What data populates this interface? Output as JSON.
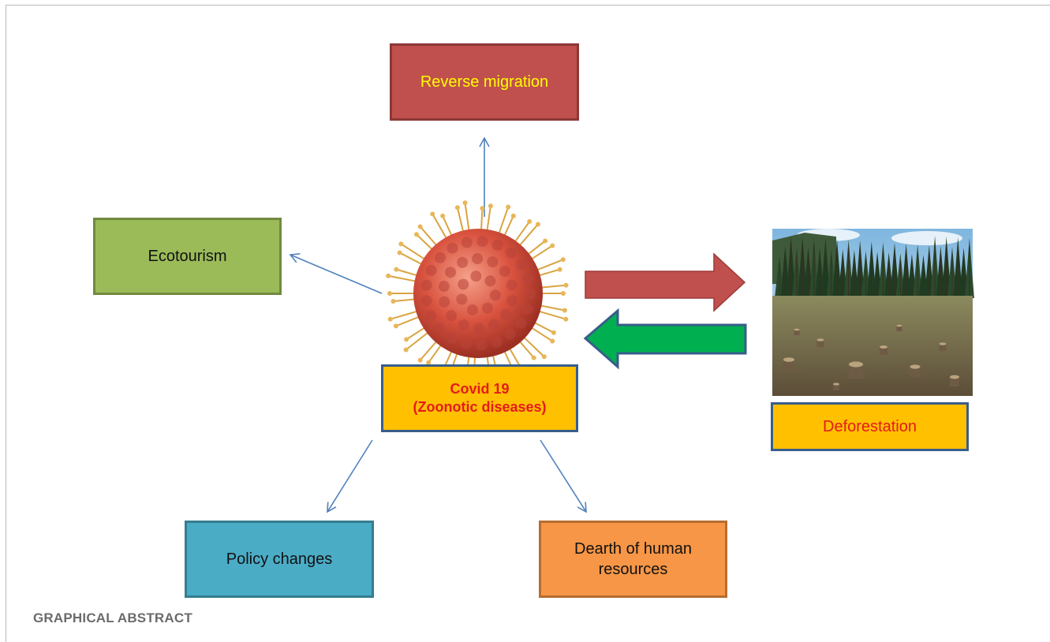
{
  "nodes": {
    "reverse_migration": "Reverse migration",
    "ecotourism": "Ecotourism",
    "covid_line1": "Covid 19",
    "covid_line2": "(Zoonotic diseases)",
    "deforestation": "Deforestation",
    "policy_changes": "Policy changes",
    "dearth_line1": "Dearth of human",
    "dearth_line2": "resources"
  },
  "caption": "GRAPHICAL ABSTRACT",
  "icons": {
    "virus": "coronavirus-particle-icon",
    "forest": "deforested-land-image"
  },
  "colors": {
    "reverse_migration": "#c0504d",
    "ecotourism": "#9bbb59",
    "covid": "#ffc000",
    "deforestation": "#ffc000",
    "policy_changes": "#4bacc6",
    "dearth": "#f79646",
    "connector": "#4f81bd",
    "arrow_to_deforestation": "#c0504d",
    "arrow_from_deforestation": "#00b050"
  }
}
